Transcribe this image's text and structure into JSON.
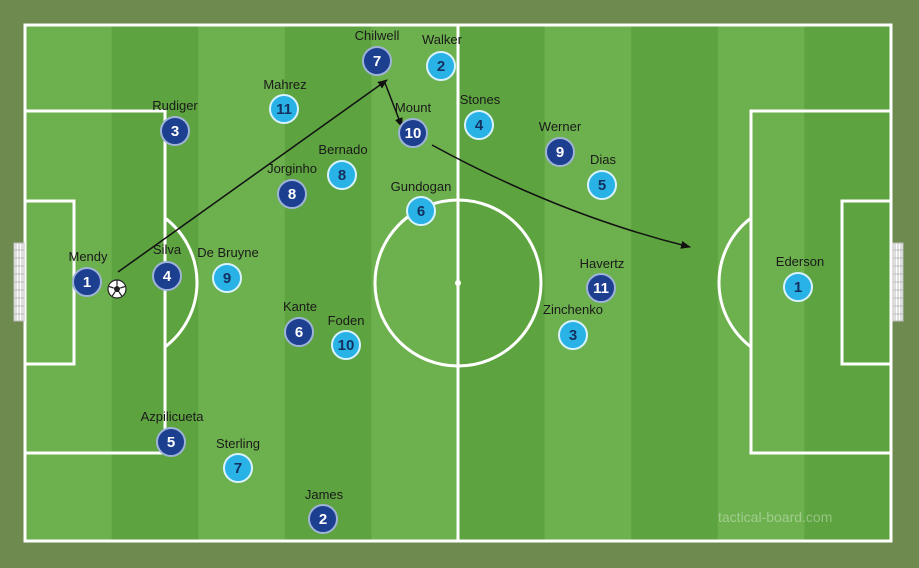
{
  "colors": {
    "background": "#6e8a4f",
    "stripe_dark": "#5da33f",
    "stripe_light": "#6db14e",
    "lines": "#ffffff",
    "team_dark": "#1d3f8f",
    "team_light": "#29b2e6",
    "arrow": "#111111"
  },
  "watermark": "tactical-board.com",
  "team_dark": {
    "players": [
      {
        "name": "Mendy",
        "number": "1"
      },
      {
        "name": "Rudiger",
        "number": "3"
      },
      {
        "name": "Silva",
        "number": "4"
      },
      {
        "name": "Azpilicueta",
        "number": "5"
      },
      {
        "name": "Jorginho",
        "number": "8"
      },
      {
        "name": "Kante",
        "number": "6"
      },
      {
        "name": "Chilwell",
        "number": "7"
      },
      {
        "name": "Mount",
        "number": "10"
      },
      {
        "name": "James",
        "number": "2"
      },
      {
        "name": "Werner",
        "number": "9"
      },
      {
        "name": "Havertz",
        "number": "11"
      }
    ]
  },
  "team_light": {
    "players": [
      {
        "name": "Ederson",
        "number": "1"
      },
      {
        "name": "Walker",
        "number": "2"
      },
      {
        "name": "Stones",
        "number": "4"
      },
      {
        "name": "Dias",
        "number": "5"
      },
      {
        "name": "Zinchenko",
        "number": "3"
      },
      {
        "name": "Gundogan",
        "number": "6"
      },
      {
        "name": "Bernado",
        "number": "8"
      },
      {
        "name": "Mahrez",
        "number": "11"
      },
      {
        "name": "De Bruyne",
        "number": "9"
      },
      {
        "name": "Foden",
        "number": "10"
      },
      {
        "name": "Sterling",
        "number": "7"
      }
    ]
  },
  "ball": {
    "icon": "football-icon"
  },
  "arrows": [
    {
      "label": ""
    },
    {
      "label": ""
    },
    {
      "label": ""
    }
  ]
}
